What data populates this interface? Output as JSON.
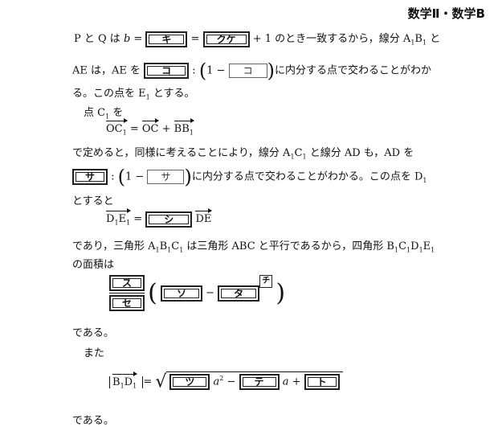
{
  "header": {
    "title": "数学Ⅱ・数学B"
  },
  "line1": {
    "a": "P と Q は ",
    "b": "b",
    "c": " = ",
    "d": " = ",
    "e": " + 1 のとき一致するから，線分 A",
    "f": "B",
    "g": " と"
  },
  "line2": {
    "a": "AE は，AE を ",
    "b": " : ",
    "c": "1 −",
    "d": "に内分する点で交わることがわか"
  },
  "line3": {
    "a": "る。この点を E",
    "b": " とする。"
  },
  "line4": {
    "a": "点 C",
    "b": " を"
  },
  "line5": {
    "a": "OC",
    "b": " = ",
    "c": "OC",
    "d": " + ",
    "e": "BB"
  },
  "line6": {
    "a": "で定めると，同様に考えることにより，線分 A",
    "b": "C",
    "c": " と線分 AD も，AD を"
  },
  "line7": {
    "a": " : ",
    "b": "1 −",
    "c": "に内分する点で交わることがわかる。この点を D"
  },
  "line8": {
    "a": "とすると"
  },
  "line9": {
    "a": "D",
    "b": "E",
    "c": " = ",
    "d": "DE"
  },
  "line10": {
    "a": "であり，三角形 A",
    "b": "B",
    "c": "C",
    "d": " は三角形 ABC と平行であるから，四角形 B",
    "e": "C",
    "f": "D",
    "g": "E"
  },
  "line11": {
    "a": "の面積は"
  },
  "line12": {
    "minus": "−"
  },
  "line13": {
    "a": "である。"
  },
  "line14": {
    "a": "また"
  },
  "line15": {
    "a": "B",
    "b": "D",
    "c": " = ",
    "d": "a",
    "e": " − ",
    "f": "a + "
  },
  "line16": {
    "a": "である。"
  },
  "sub1": "1",
  "sup2": "2",
  "boxes": {
    "ki": "キ",
    "kuke": "クケ",
    "ko": "コ",
    "sa": "サ",
    "shi": "シ",
    "su": "ス",
    "se": "セ",
    "so": "ソ",
    "ta": "タ",
    "chi": "チ",
    "tsu": "ツ",
    "te": "テ",
    "to": "ト"
  }
}
